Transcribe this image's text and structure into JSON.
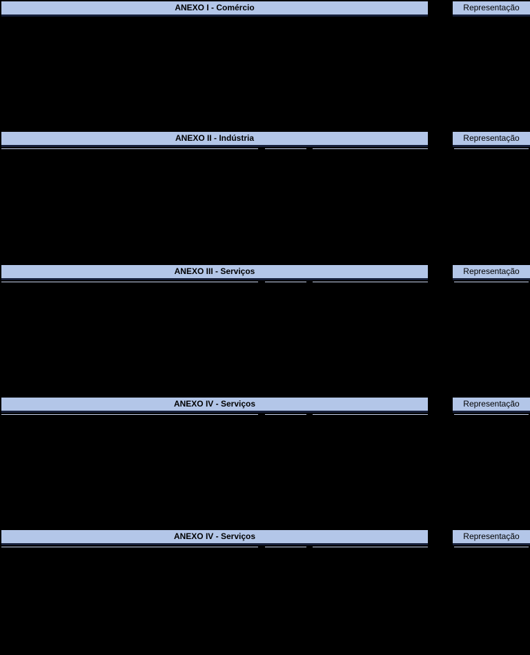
{
  "colors": {
    "background": "#000000",
    "header_fill": "#b3c6e8",
    "header_border": "#161f3a",
    "grid_line": "#c7d3ee",
    "text_color": "#000000"
  },
  "labels": {
    "representation": "Representação"
  },
  "sections": [
    {
      "title": "ANEXO I - Comércio"
    },
    {
      "title": "ANEXO II - Indústria"
    },
    {
      "title": "ANEXO III - Serviços"
    },
    {
      "title": "ANEXO IV - Serviços"
    },
    {
      "title": "ANEXO IV - Serviços"
    }
  ]
}
